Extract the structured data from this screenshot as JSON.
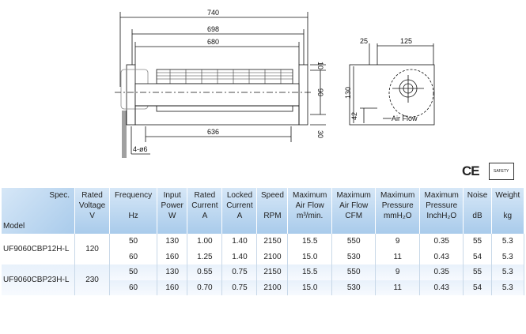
{
  "drawing": {
    "front": {
      "dim_740": "740",
      "dim_698": "698",
      "dim_680": "680",
      "dim_636": "636",
      "dim_10": "10",
      "dim_90": "90",
      "dim_30": "30",
      "holes": "4-ø6"
    },
    "side": {
      "dim_25": "25",
      "dim_125": "125",
      "dim_130": "130",
      "dim_42": "42",
      "airflow": "Air Flow"
    }
  },
  "logos": {
    "ce": "CE",
    "cert": "SAFETY"
  },
  "table": {
    "spec_label": "Spec.",
    "model_label": "Model",
    "headers": [
      [
        "Rated",
        "Voltage",
        "V"
      ],
      [
        "Frequency",
        "",
        "Hz"
      ],
      [
        "Input",
        "Power",
        "W"
      ],
      [
        "Rated",
        "Current",
        "A"
      ],
      [
        "Locked",
        "Current",
        "A"
      ],
      [
        "Speed",
        "",
        "RPM"
      ],
      [
        "Maximum",
        "Air Flow",
        "m³/min."
      ],
      [
        "Maximum",
        "Air Flow",
        "CFM"
      ],
      [
        "Maximum",
        "Pressure",
        "mmH₂O"
      ],
      [
        "Maximum",
        "Pressure",
        "InchH₂O"
      ],
      [
        "Noise",
        "",
        "dB"
      ],
      [
        "Weight",
        "",
        "kg"
      ]
    ],
    "models": [
      {
        "name": "UF9060CBP12H-L",
        "voltage": "120",
        "rows": [
          [
            "50",
            "130",
            "1.00",
            "1.40",
            "2150",
            "15.5",
            "550",
            "9",
            "0.35",
            "55",
            "5.3"
          ],
          [
            "60",
            "160",
            "1.25",
            "1.40",
            "2100",
            "15.0",
            "530",
            "11",
            "0.43",
            "54",
            "5.3"
          ]
        ]
      },
      {
        "name": "UF9060CBP23H-L",
        "voltage": "230",
        "rows": [
          [
            "50",
            "130",
            "0.55",
            "0.75",
            "2150",
            "15.5",
            "550",
            "9",
            "0.35",
            "55",
            "5.3"
          ],
          [
            "60",
            "160",
            "0.70",
            "0.75",
            "2100",
            "15.0",
            "530",
            "11",
            "0.43",
            "54",
            "5.3"
          ]
        ]
      }
    ]
  }
}
